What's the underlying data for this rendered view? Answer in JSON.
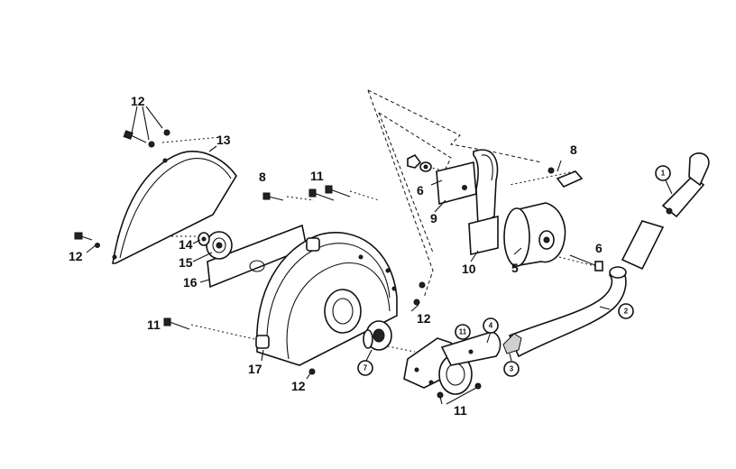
{
  "diagram": {
    "plain_labels": {
      "l5": "5",
      "l6a": "6",
      "l6b": "6",
      "l8a": "8",
      "l8b": "8",
      "l9": "9",
      "l10": "10",
      "l11a": "11",
      "l11b": "11",
      "l11c": "11",
      "l12a": "12",
      "l12b": "12",
      "l12c": "12",
      "l12d": "12",
      "l13": "13",
      "l14": "14",
      "l15": "15",
      "l16": "16",
      "l17": "17"
    },
    "circled_labels": {
      "c1": "1",
      "c2": "2",
      "c3": "3",
      "c4": "4",
      "c7": "7",
      "c11": "11"
    }
  }
}
